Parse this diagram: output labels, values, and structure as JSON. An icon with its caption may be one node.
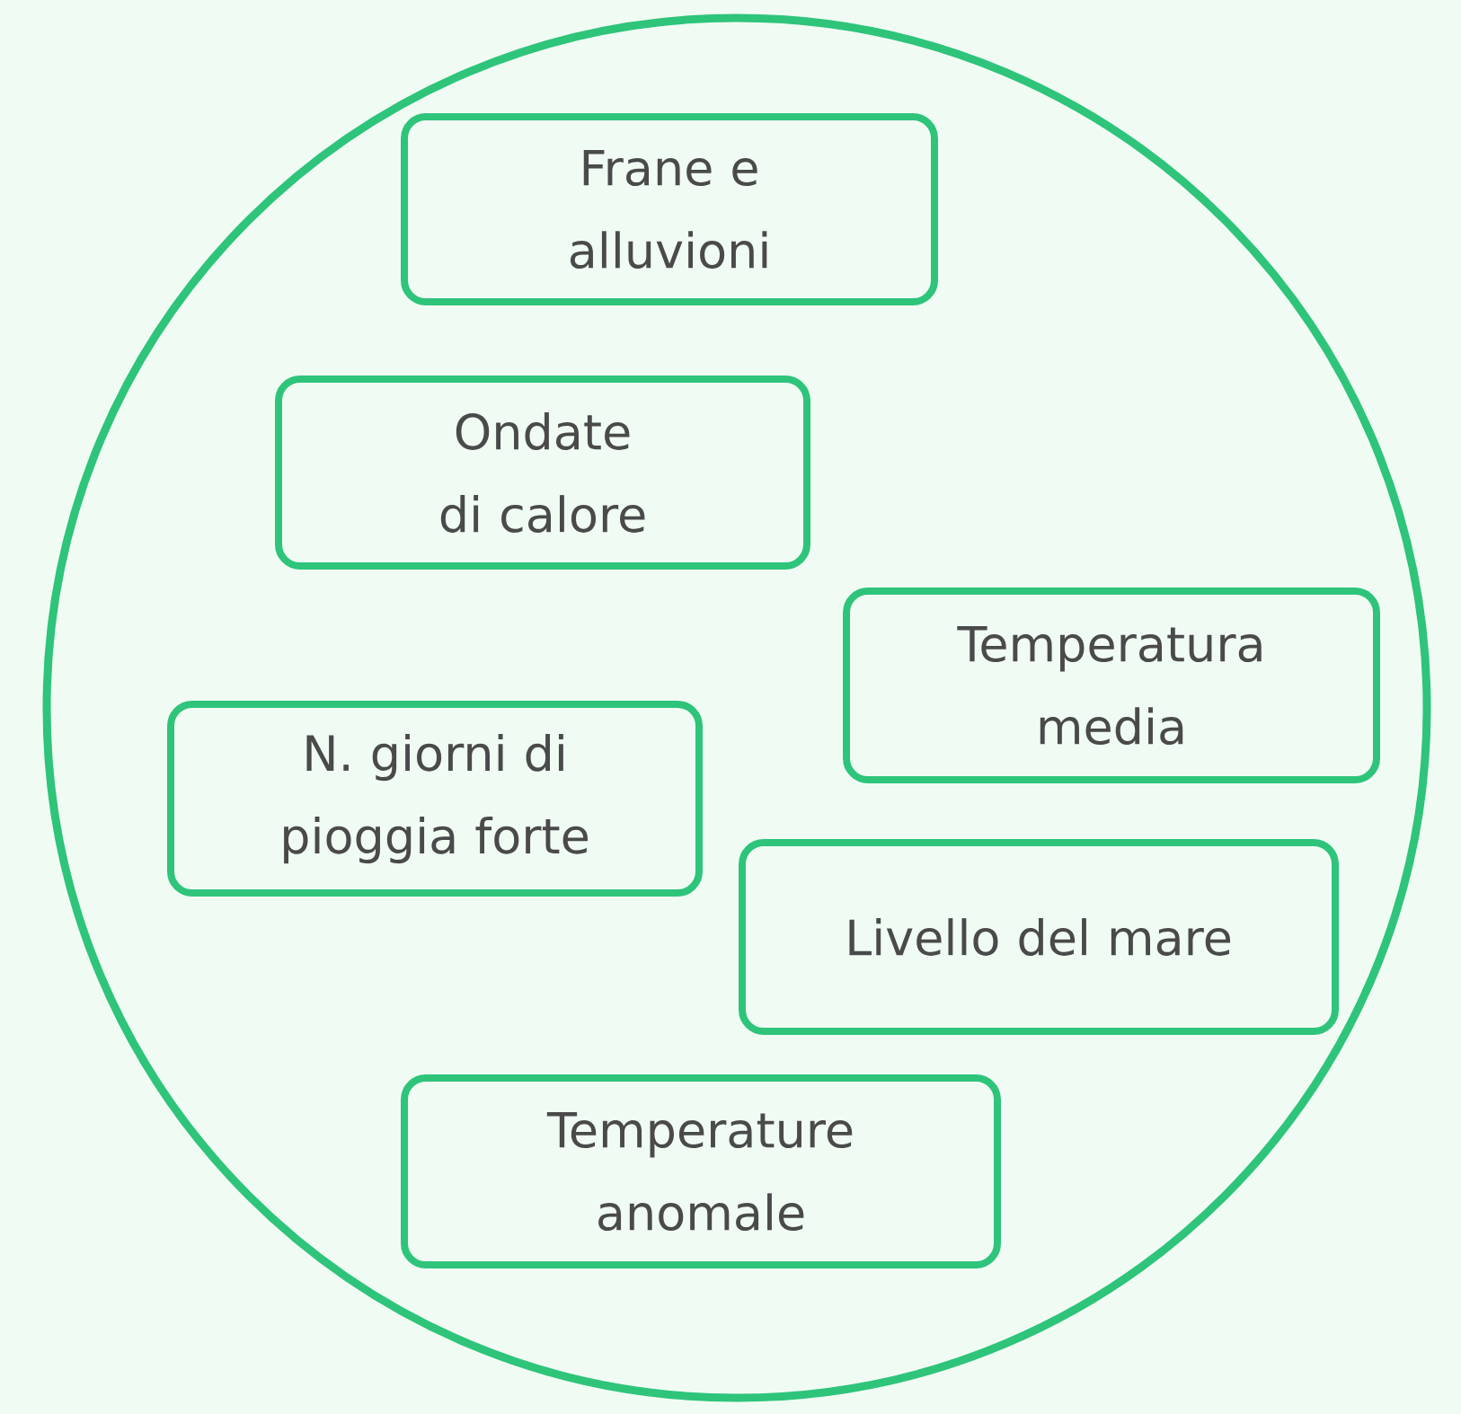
{
  "diagram": {
    "nodes": [
      {
        "text": [],
        "shape": "circle"
      },
      {
        "text": [
          "Frane e alluvioni"
        ],
        "in": 0
      },
      {
        "text": [
          "Ondate di calore"
        ],
        "in": 0
      },
      {
        "text": [
          "Temperatura media"
        ],
        "in": 0
      },
      {
        "text": [
          "N. giorni di pioggia forte"
        ],
        "in": 0
      },
      {
        "text": [
          "Livello del mare"
        ],
        "in": 0
      },
      {
        "text": [
          "Temperature anomale"
        ],
        "in": 0
      }
    ]
  }
}
